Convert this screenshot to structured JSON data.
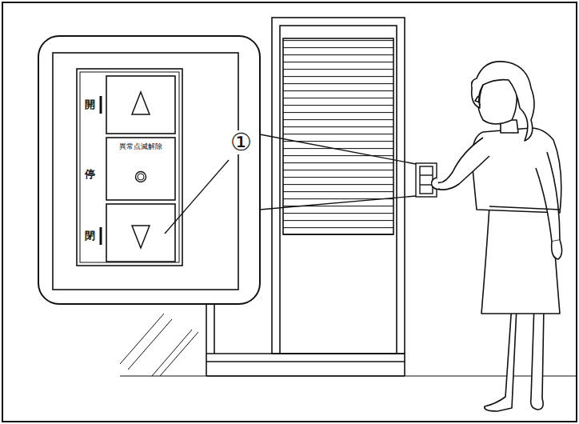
{
  "diagram": {
    "nodes": [
      {
        "text": [
          "異常点滅解除"
        ]
      }
    ],
    "labels": [
      "開",
      "停",
      "閉",
      "①"
    ]
  }
}
